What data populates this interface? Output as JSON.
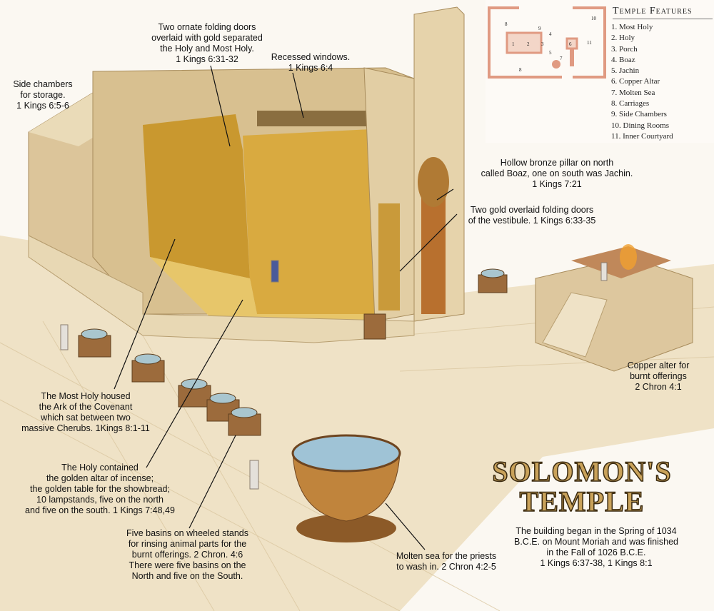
{
  "legend": {
    "title": "Temple Features",
    "items": [
      "1. Most Holy",
      "2. Holy",
      "3. Porch",
      "4. Boaz",
      "5. Jachin",
      "6. Copper Altar",
      "7. Molten Sea",
      "8. Carriages",
      "9. Side Chambers",
      "10. Dining Rooms",
      "11. Inner Courtyard"
    ],
    "plan_numbers": [
      "1",
      "2",
      "3",
      "4",
      "5",
      "6",
      "7",
      "8",
      "8",
      "9",
      "10",
      "11"
    ]
  },
  "title": {
    "line1": "SOLOMON'S",
    "line2": "TEMPLE"
  },
  "captions": {
    "folding_doors": [
      "Two ornate folding doors",
      "overlaid with gold separated",
      "the Holy and Most Holy.",
      "1 Kings 6:31-32"
    ],
    "windows": [
      "Recessed windows.",
      "1 Kings 6:4"
    ],
    "side_chambers": [
      "Side chambers",
      "for storage.",
      "1 Kings 6:5-6"
    ],
    "pillar": [
      "Hollow bronze pillar on north",
      "called Boaz, one on south was Jachin.",
      "1 Kings 7:21"
    ],
    "vestibule_doors": [
      "Two gold overlaid folding doors",
      "of the vestibule.  1 Kings 6:33-35"
    ],
    "copper_altar": [
      "Copper alter for",
      "burnt offerings",
      "2 Chron 4:1"
    ],
    "most_holy": [
      "The Most Holy housed",
      "the Ark of the Covenant",
      "which sat between two",
      "massive Cherubs. 1Kings 8:1-11"
    ],
    "holy": [
      "The Holy contained",
      "the golden altar of incense;",
      "the golden table for the showbread;",
      "10 lampstands, five on the north",
      "and five on the south.  1 Kings 7:48,49"
    ],
    "basins": [
      "Five basins on wheeled stands",
      "for rinsing animal parts for the",
      "burnt offerings.  2 Chron. 4:6",
      "There were five basins on the",
      "North and five on the South."
    ],
    "molten_sea": [
      "Molten sea for the priests",
      "to wash in.  2 Chron 4:2-5"
    ],
    "building": [
      "The building began in the Spring of 1034",
      "B.C.E. on Mount Moriah and was finished",
      "in the Fall of 1026 B.C.E.",
      "1 Kings 6:37-38, 1 Kings 8:1"
    ]
  },
  "colors": {
    "stone": "#e3cfa6",
    "gold": "#c99a3a",
    "floor": "#efe2c6",
    "plan": "#e8a893"
  }
}
